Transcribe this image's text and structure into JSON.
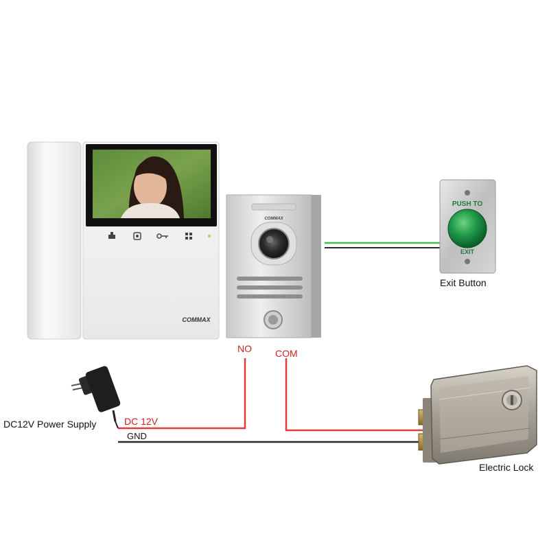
{
  "labels": {
    "no_terminal": "NO",
    "com_terminal": "COM",
    "dc12v": "DC 12V",
    "gnd": "GND",
    "power_supply": "DC12V Power Supply",
    "exit_button": "Exit Button",
    "electric_lock": "Electric Lock"
  },
  "devices": {
    "monitor_brand": "COMMAX",
    "door_station_brand": "COMMAX",
    "exit_button_top": "PUSH TO",
    "exit_button_bottom": "EXIT"
  },
  "colors": {
    "wire_red": "#e03a3a",
    "wire_black": "#2a2a2a",
    "wire_green": "#3fbf4a",
    "label_red": "#cc2222",
    "button_green": "#1f9a4a"
  },
  "icons": [
    "intercom-icon",
    "camera-icon",
    "key-icon",
    "menu-grid-icon"
  ]
}
